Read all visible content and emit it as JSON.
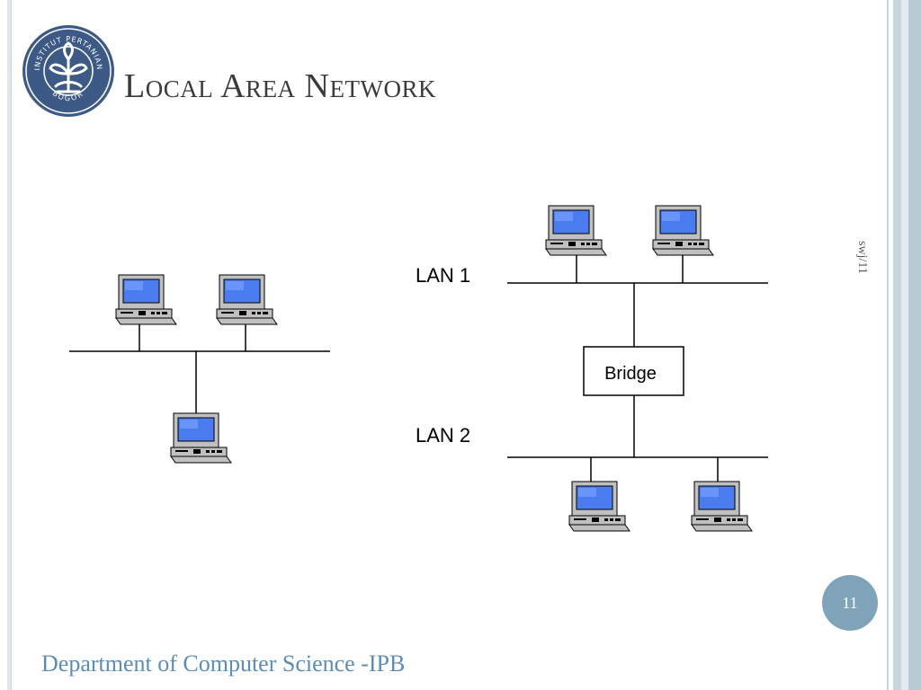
{
  "slide": {
    "title": "Local Area Network",
    "side_note": "swj/11",
    "page_number": "11",
    "footer": "Department of Computer Science -IPB",
    "colors": {
      "accent": "#7fa4b9",
      "footer_text": "#5b8db5",
      "logo": "#3d5a86"
    }
  },
  "logo": {
    "ring_text_top": "INSTITUT PERTANIAN",
    "ring_text_bottom": "BOGOR"
  },
  "diagram": {
    "lan1_label": "LAN 1",
    "lan2_label": "LAN 2",
    "bridge_label": "Bridge",
    "computer_icon": "desktop-computer-icon"
  }
}
